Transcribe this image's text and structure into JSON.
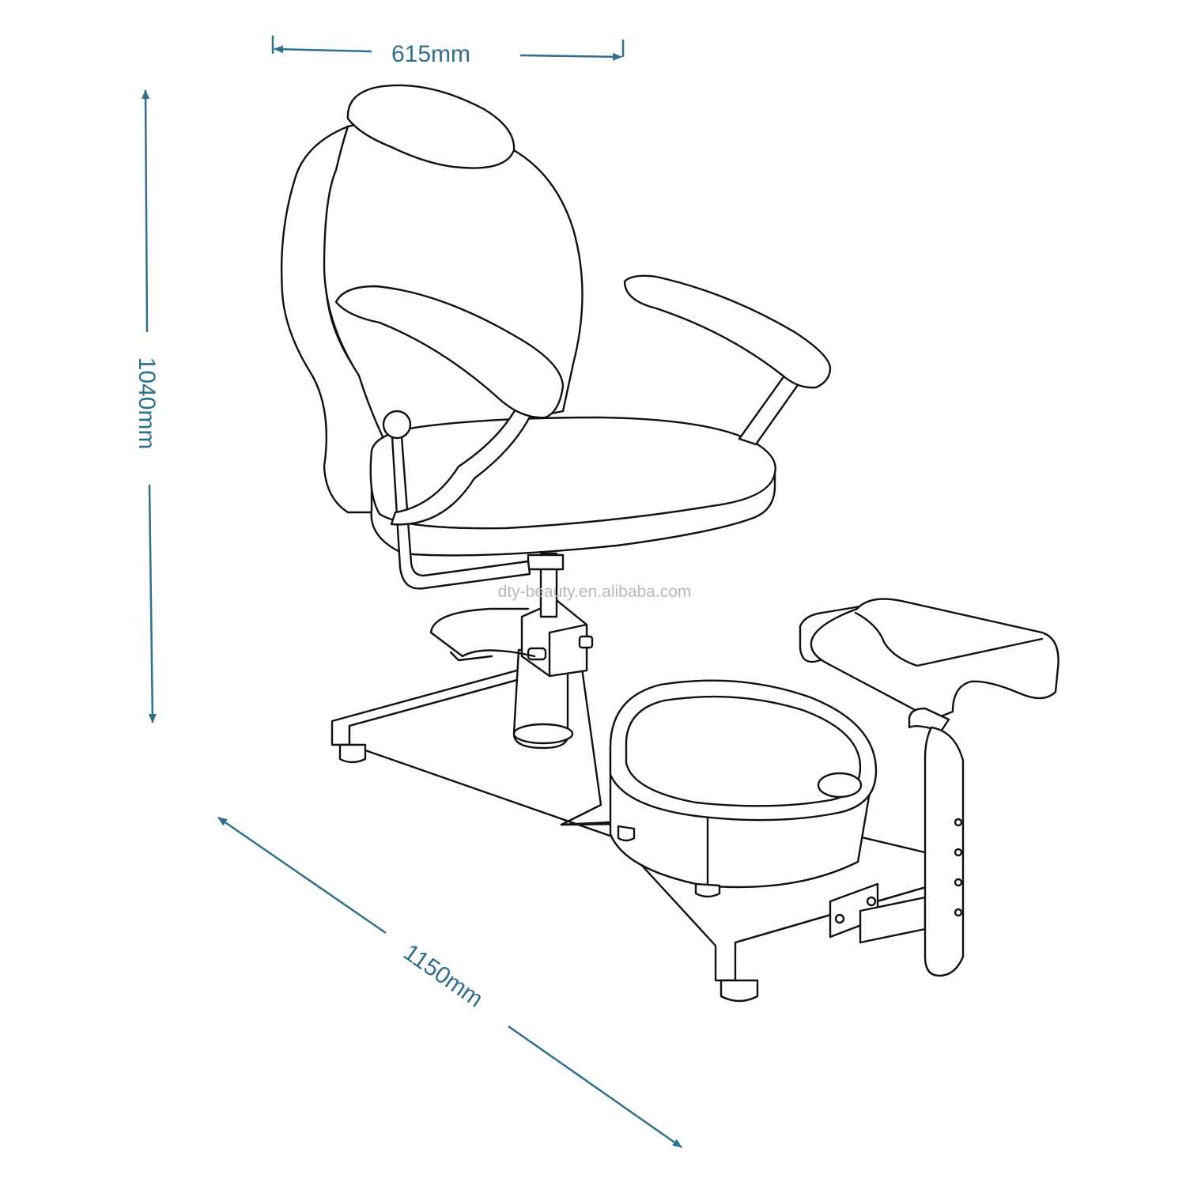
{
  "colors": {
    "dimension": "#2f6f8f",
    "drawing": "#111111",
    "watermark": "#b8b8b8",
    "background": "#ffffff"
  },
  "dimensions": {
    "width": {
      "label": "615mm",
      "value": 615,
      "unit": "mm"
    },
    "height": {
      "label": "1040mm",
      "value": 1040,
      "unit": "mm"
    },
    "length": {
      "label": "1150mm",
      "value": 1150,
      "unit": "mm"
    }
  },
  "watermark": "dty-beauty.en.alibaba.com"
}
